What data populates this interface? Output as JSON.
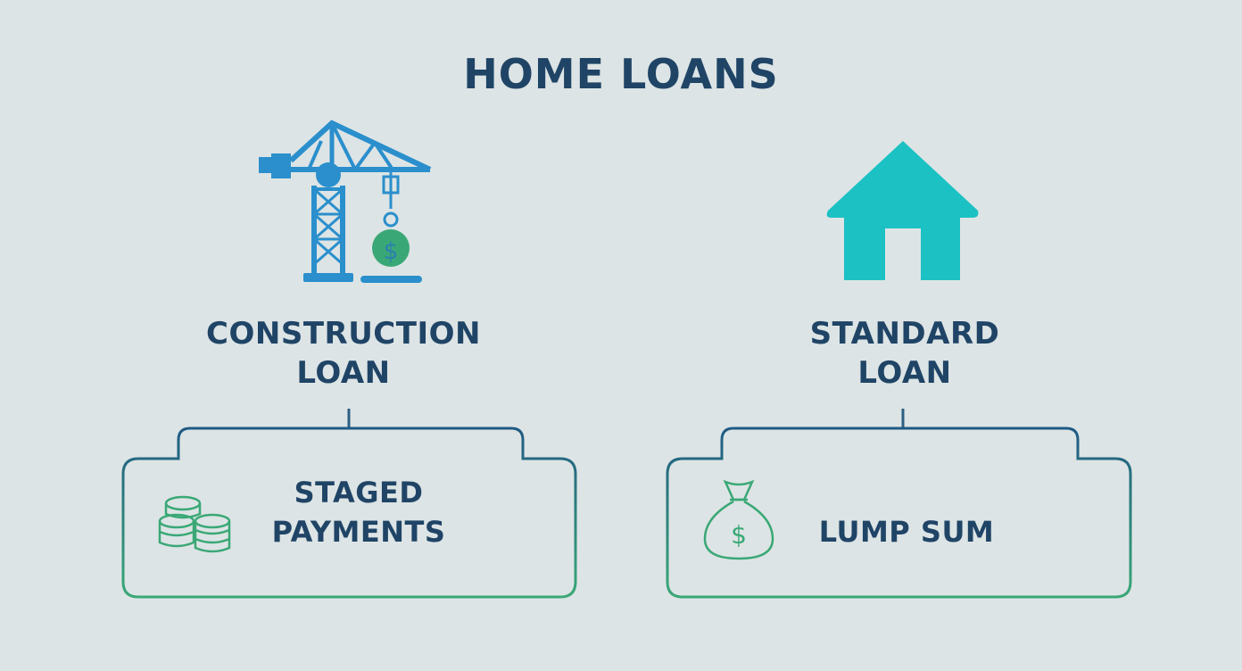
{
  "title": "HOME LOANS",
  "construction": {
    "label_line1": "CONSTRUCTION",
    "label_line2": "LOAN",
    "box_line1": "STAGED",
    "box_line2": "PAYMENTS",
    "icon": "crane-icon",
    "box_icon": "coins-stack-icon"
  },
  "standard": {
    "label_line1": "STANDARD",
    "label_line2": "LOAN",
    "box_text": "LUMP SUM",
    "icon": "house-icon",
    "box_icon": "money-bag-icon"
  },
  "colors": {
    "background": "#dde4e5",
    "text": "#1f4466",
    "crane": "#2a8fcc",
    "house": "#1cc1c4",
    "green": "#3aa876"
  }
}
